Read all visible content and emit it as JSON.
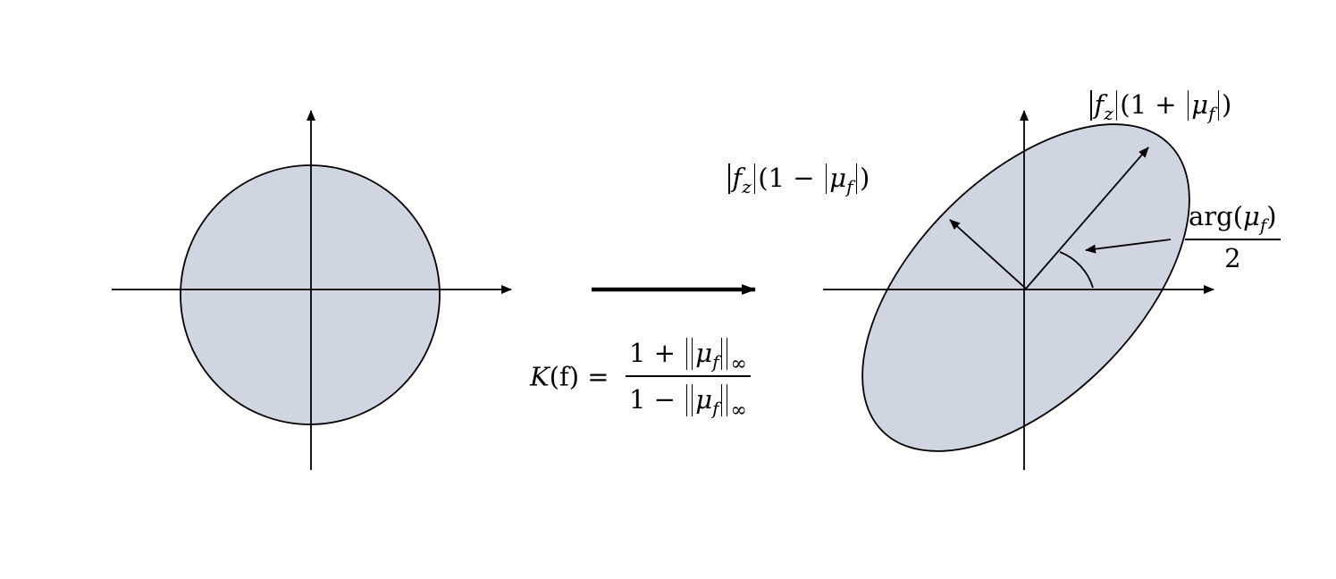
{
  "labels": {
    "major_axis": {
      "f": "f",
      "f_sub": "z",
      "open": "(1 + ",
      "mu": "μ",
      "mu_sub": "f",
      "close": ")"
    },
    "minor_axis": {
      "f": "f",
      "f_sub": "z",
      "open": "(1 − ",
      "mu": "μ",
      "mu_sub": "f",
      "close": ")"
    },
    "angle": {
      "numerator_fn": "arg(",
      "mu": "μ",
      "mu_sub": "f",
      "numerator_close": ")",
      "denominator": "2"
    },
    "dilatation": {
      "lhs_K": "K",
      "lhs_arg": "(f)",
      "equals": " = ",
      "num_prefix": "1 + ",
      "den_prefix": "1 − ",
      "mu": "μ",
      "mu_sub": "f",
      "norm_sub": "∞"
    }
  },
  "colors": {
    "fill": "#cfd6e1",
    "stroke": "#000000"
  }
}
